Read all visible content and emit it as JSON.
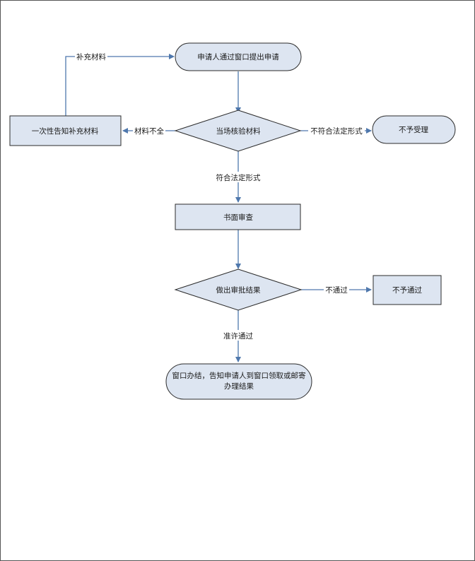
{
  "flowchart": {
    "nodes": {
      "submit": "申请人通过窗口提出申请",
      "verify": "当场核验材料",
      "notify_supplement": "一次性告知补充材料",
      "reject_accept": "不予受理",
      "written_review": "书面审查",
      "decision": "做出审批结果",
      "not_passed": "不予通过",
      "finish_line1": "窗口办结，告知申请人到窗口领取或邮寄",
      "finish_line2": "办理结果"
    },
    "edges": {
      "supplement": "补充材料",
      "incomplete": "材料不全",
      "not_legal_form": "不符合法定形式",
      "legal_form": "符合法定形式",
      "fail": "不通过",
      "approve": "准许通过"
    },
    "colors": {
      "node_fill": "#dde5f1",
      "node_stroke": "#2b2b2b",
      "arrow": "#4f78ad"
    }
  }
}
